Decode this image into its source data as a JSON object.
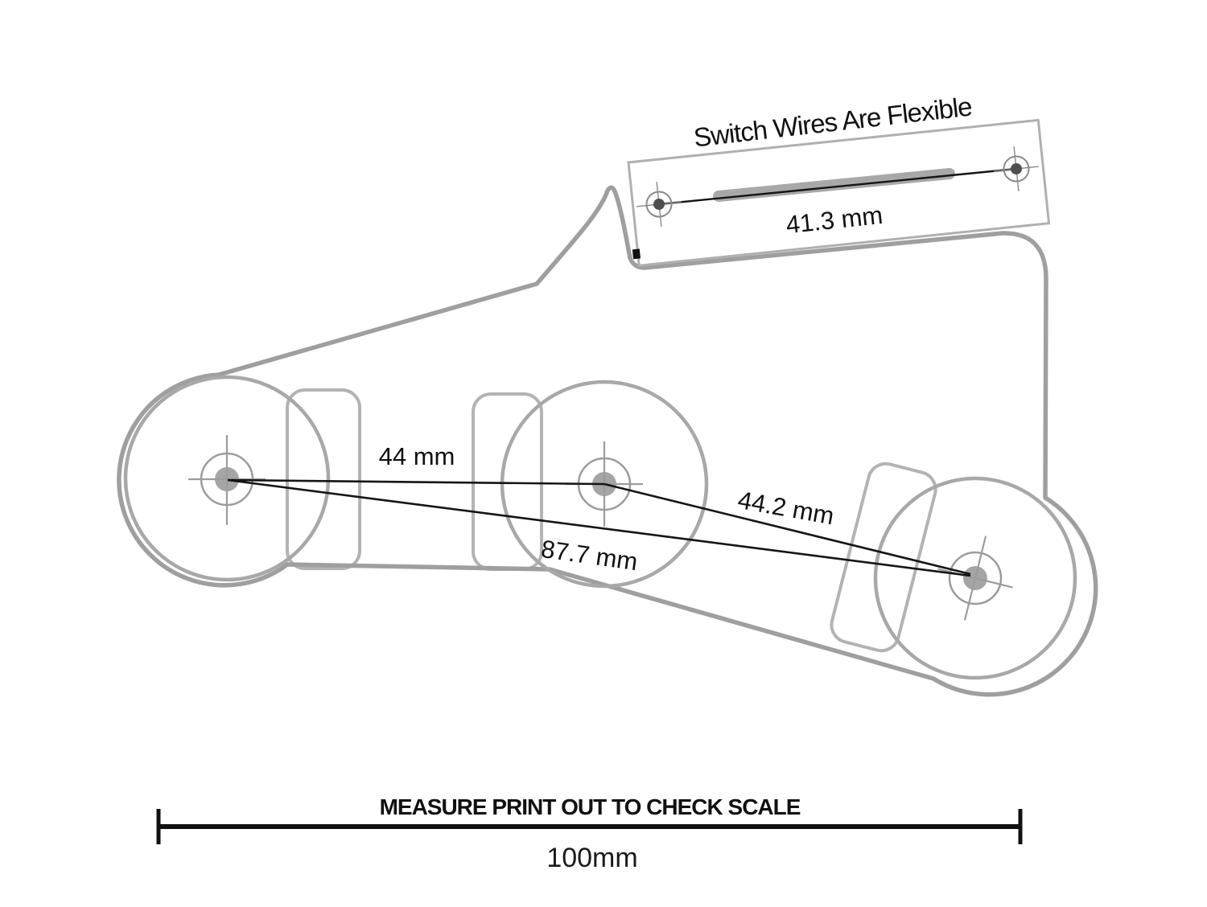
{
  "diagram": {
    "switch_note": "Switch Wires Are Flexible",
    "dimensions": {
      "wheel1_to_wheel2": "44 mm",
      "wheel2_to_wheel3": "44.2 mm",
      "wheel1_to_wheel3": "87.7 mm",
      "switch_holes": "41.3 mm"
    },
    "scale_bar": {
      "instruction": "MEASURE PRINT OUT TO CHECK SCALE",
      "length_label": "100mm"
    },
    "colors": {
      "background": "#ffffff",
      "template_outline_gray": "#9f9f9f",
      "wheel_gray": "#a8a8a8",
      "mount_light_gray": "#b3b3b3",
      "dimension_black": "#151515"
    }
  }
}
